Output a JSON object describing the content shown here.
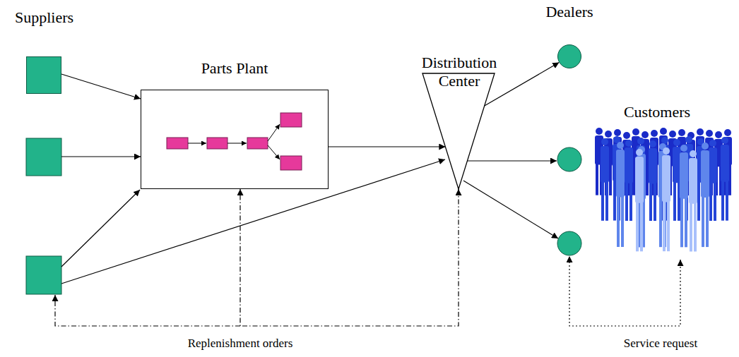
{
  "diagram": {
    "nodes": [
      {
        "text": [
          "Suppliers"
        ]
      },
      {
        "text": [
          "Parts Plant"
        ]
      },
      {
        "text": [
          "Distribution Center"
        ]
      },
      {
        "text": [
          "Dealers"
        ]
      },
      {
        "text": [
          "Customers"
        ]
      }
    ],
    "edges": [
      {
        "from": 0,
        "to": 1,
        "arrow": "to"
      },
      {
        "from": 1,
        "to": 2,
        "arrow": "to"
      },
      {
        "from": 2,
        "to": 3,
        "arrow": "to"
      },
      {
        "from": 2,
        "to": 1,
        "label": "Replenishment orders",
        "arrow": "both"
      }
    ],
    "labels": [
      "Service request"
    ]
  }
}
